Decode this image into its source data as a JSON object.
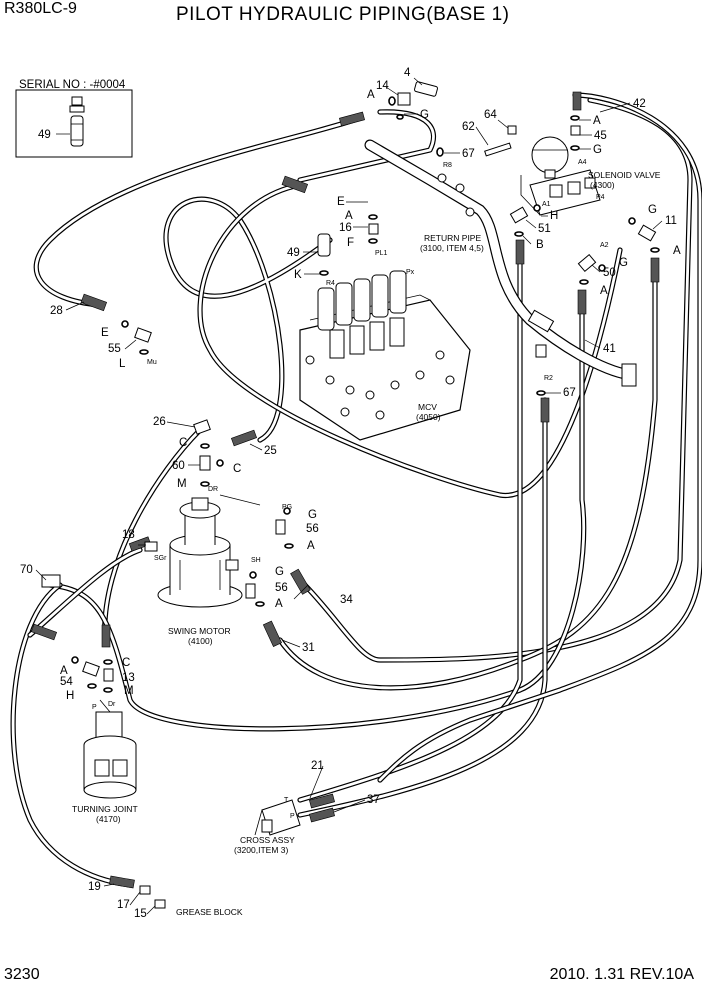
{
  "header": {
    "model": "R380LC-9",
    "title": "PILOT HYDRAULIC PIPING(BASE 1)"
  },
  "footer": {
    "page_number": "3230",
    "revision": "2010. 1.31  REV.10A"
  },
  "serial_box": {
    "text": "SERIAL NO : -#0004",
    "part": "49"
  },
  "components": {
    "mcv": [
      "MCV",
      "(4050)"
    ],
    "swing_motor": [
      "SWING MOTOR",
      "(4100)"
    ],
    "turning_joint": [
      "TURNING JOINT",
      "(4170)"
    ],
    "solenoid_valve": [
      "SOLENOID VALVE",
      "(4300)"
    ],
    "return_pipe": [
      "RETURN PIPE",
      "(3100, ITEM 4,5)"
    ],
    "cross_assy": [
      "CROSS ASSY",
      "(3200,ITEM 3)"
    ],
    "grease_block": "GREASE BLOCK"
  },
  "callouts": [
    {
      "id": "c4",
      "text": "4"
    },
    {
      "id": "c14",
      "text": "14"
    },
    {
      "id": "cA1",
      "text": "A"
    },
    {
      "id": "cG1",
      "text": "G"
    },
    {
      "id": "c64",
      "text": "64"
    },
    {
      "id": "c62",
      "text": "62"
    },
    {
      "id": "c67a",
      "text": "67"
    },
    {
      "id": "cR8",
      "text": "R8"
    },
    {
      "id": "c42",
      "text": "42"
    },
    {
      "id": "cA2",
      "text": "A"
    },
    {
      "id": "c45",
      "text": "45"
    },
    {
      "id": "cG2",
      "text": "G"
    },
    {
      "id": "cA4",
      "text": "A4"
    },
    {
      "id": "cE1",
      "text": "E"
    },
    {
      "id": "c16",
      "text": "16"
    },
    {
      "id": "cA3",
      "text": "A"
    },
    {
      "id": "c49b",
      "text": "49"
    },
    {
      "id": "cF1",
      "text": "F"
    },
    {
      "id": "cPL1",
      "text": "PL1"
    },
    {
      "id": "cK",
      "text": "K"
    },
    {
      "id": "cR4",
      "text": "R4"
    },
    {
      "id": "cPx",
      "text": "Px"
    },
    {
      "id": "cA1s",
      "text": "A1"
    },
    {
      "id": "cH1",
      "text": "H"
    },
    {
      "id": "cP4",
      "text": "P4"
    },
    {
      "id": "cG3",
      "text": "G"
    },
    {
      "id": "c11",
      "text": "11"
    },
    {
      "id": "c51",
      "text": "51"
    },
    {
      "id": "cB",
      "text": "B"
    },
    {
      "id": "cA2s",
      "text": "A2"
    },
    {
      "id": "cA5",
      "text": "A"
    },
    {
      "id": "cG4",
      "text": "G"
    },
    {
      "id": "c50",
      "text": "50"
    },
    {
      "id": "cA6",
      "text": "A"
    },
    {
      "id": "c28",
      "text": "28"
    },
    {
      "id": "cE2",
      "text": "E"
    },
    {
      "id": "c55",
      "text": "55"
    },
    {
      "id": "cL",
      "text": "L"
    },
    {
      "id": "cMu",
      "text": "Mu"
    },
    {
      "id": "c41",
      "text": "41"
    },
    {
      "id": "cR2",
      "text": "R2"
    },
    {
      "id": "c67b",
      "text": "67"
    },
    {
      "id": "c26",
      "text": "26"
    },
    {
      "id": "cC1",
      "text": "C"
    },
    {
      "id": "c25",
      "text": "25"
    },
    {
      "id": "c60",
      "text": "60"
    },
    {
      "id": "cC2",
      "text": "C"
    },
    {
      "id": "cM1",
      "text": "M"
    },
    {
      "id": "cDR",
      "text": "DR"
    },
    {
      "id": "cPG",
      "text": "PG"
    },
    {
      "id": "cG5",
      "text": "G"
    },
    {
      "id": "c56a",
      "text": "56"
    },
    {
      "id": "cA7",
      "text": "A"
    },
    {
      "id": "c18",
      "text": "18"
    },
    {
      "id": "cSGr",
      "text": "SGr"
    },
    {
      "id": "cSH",
      "text": "SH"
    },
    {
      "id": "cG6",
      "text": "G"
    },
    {
      "id": "c56b",
      "text": "56"
    },
    {
      "id": "cA8",
      "text": "A"
    },
    {
      "id": "c34",
      "text": "34"
    },
    {
      "id": "c70",
      "text": "70"
    },
    {
      "id": "c31",
      "text": "31"
    },
    {
      "id": "cA9",
      "text": "A"
    },
    {
      "id": "cC3",
      "text": "C"
    },
    {
      "id": "c54",
      "text": "54"
    },
    {
      "id": "c13",
      "text": "13"
    },
    {
      "id": "cH2",
      "text": "H"
    },
    {
      "id": "cM2",
      "text": "M"
    },
    {
      "id": "cP",
      "text": "P"
    },
    {
      "id": "cDr",
      "text": "Dr"
    },
    {
      "id": "c21",
      "text": "21"
    },
    {
      "id": "c37",
      "text": "37"
    },
    {
      "id": "cT",
      "text": "T"
    },
    {
      "id": "cP2",
      "text": "P"
    },
    {
      "id": "c19",
      "text": "19"
    },
    {
      "id": "c17",
      "text": "17"
    },
    {
      "id": "c15",
      "text": "15"
    }
  ]
}
